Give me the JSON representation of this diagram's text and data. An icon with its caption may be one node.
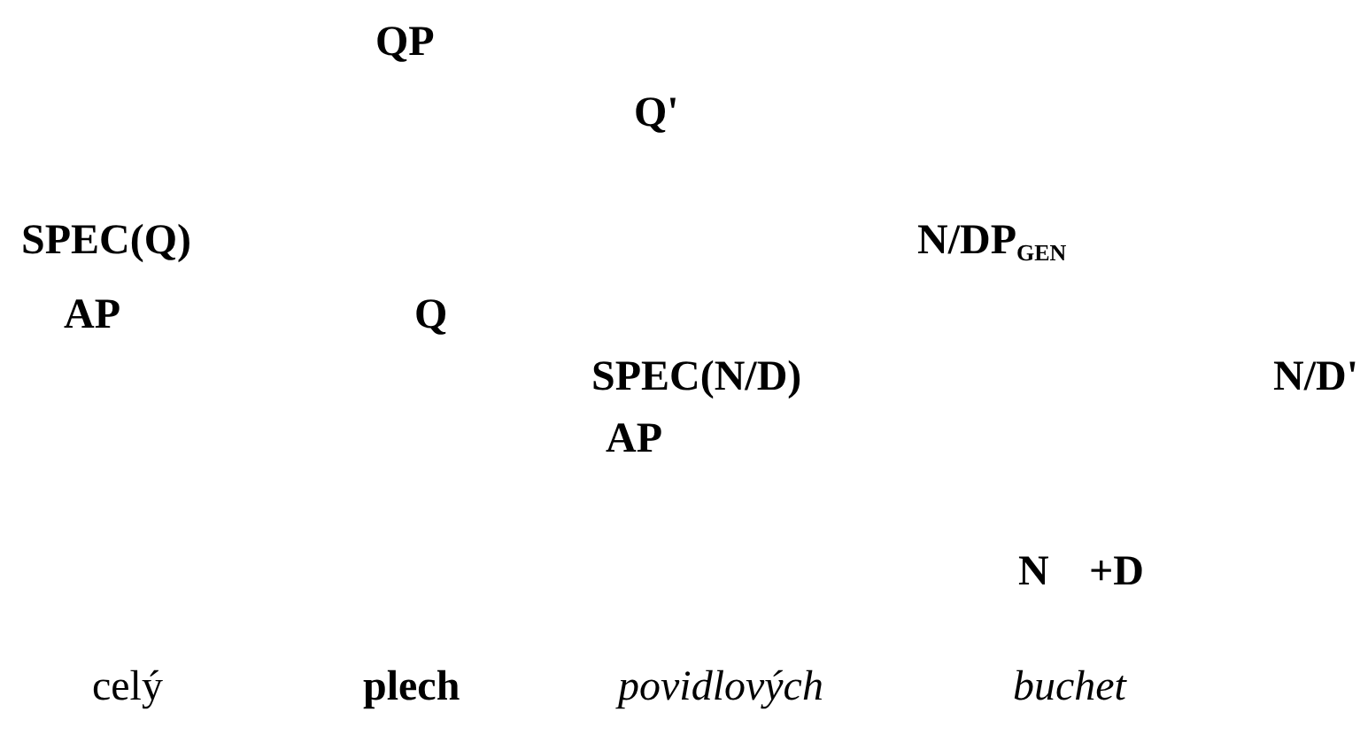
{
  "diagram": {
    "labels": [
      "QP",
      "Q'",
      "SPEC(Q)",
      "N/DP$_{GEN}$",
      "AP",
      "Q",
      "SPEC(N/D)",
      "N/D'",
      "AP",
      "N",
      "+D",
      "celý",
      "plech",
      "povidlových",
      "buchet"
    ]
  }
}
